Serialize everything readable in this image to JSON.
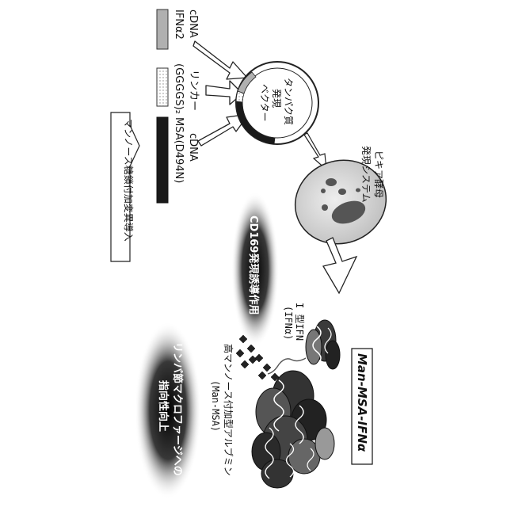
{
  "constructs": {
    "ifn": {
      "name": "IFNα2",
      "unit": "cDNA"
    },
    "linker": {
      "name": "(GGGGS)₂",
      "unit": "リンカー",
      "dash": "–"
    },
    "msa": {
      "name": "MSA(D494N)",
      "unit": "cDNA",
      "dash": "–"
    }
  },
  "callout": {
    "label": "マンノース糖鎖付加変異導入"
  },
  "vector": {
    "line1": "タンパク質",
    "line2": "発現",
    "line3": "ベクター"
  },
  "yeast": {
    "line1": "ピキア酵母",
    "line2": "発現システム"
  },
  "glow_labels": {
    "cd169": "CD169発現誘導作用",
    "lymph": "リンパ節マクロファージへの",
    "lymph2": "指向性向上"
  },
  "ifn_label": {
    "line1": "I 型IFN",
    "line2": "(IFNα)"
  },
  "man_msa_label": {
    "line1": "高マンノース付加型アルブミン",
    "line2": "(Man-MSA)"
  },
  "product": {
    "label": "Man-MSA-IFNα"
  },
  "colors": {
    "ifn_bar": "#b0b0b0",
    "linker_bar": "#f2f2f2",
    "msa_bar": "#1a1a1a",
    "yeast_fill": "#d6d6d6",
    "yeast_spots": "#555555"
  }
}
